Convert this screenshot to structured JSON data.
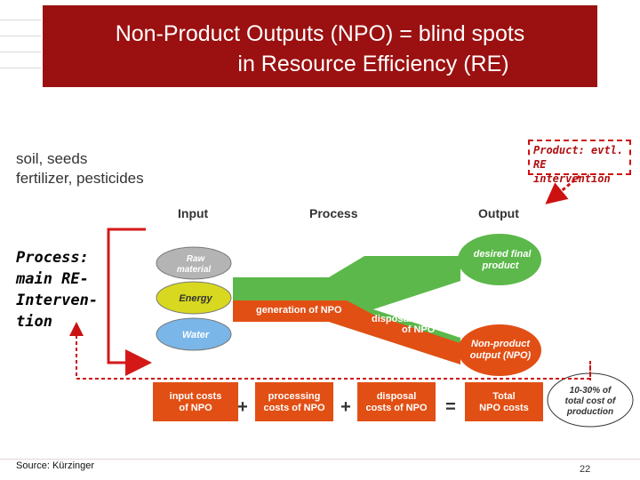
{
  "title": {
    "line1": "Non-Product Outputs (NPO) = blind spots",
    "line2": "in Resource Efficiency (RE)"
  },
  "inputs_note": {
    "line1": "soil, seeds",
    "line2": "fertilizer, pesticides"
  },
  "process_note": {
    "line1": "Process:",
    "line2": "main RE-",
    "line3": "Interven-",
    "line4": "tion"
  },
  "product_note": {
    "line1": "Product: evtl.",
    "line2": "RE intervention"
  },
  "diagram": {
    "headers": {
      "input": "Input",
      "process": "Process",
      "output": "Output"
    },
    "inputs": [
      {
        "line1": "Raw",
        "line2": "material",
        "color": "#b4b4b4"
      },
      {
        "line1": "Energy",
        "line2": "",
        "color": "#d8d820"
      },
      {
        "line1": "Water",
        "line2": "",
        "color": "#7ab6e8"
      }
    ],
    "desired_output": {
      "line1": "desired final",
      "line2": "product",
      "color": "#5cb84a"
    },
    "npo_output": {
      "line1": "Non-product",
      "line2": "output (NPO)",
      "color": "#e24f14"
    },
    "generation_label": "generation of NPO",
    "disposal_label": {
      "line1": "disposal",
      "line2": "of NPO"
    },
    "cost_boxes": [
      {
        "line1": "input costs",
        "line2": "of NPO"
      },
      {
        "line1": "processing",
        "line2": "costs of NPO"
      },
      {
        "line1": "disposal",
        "line2": "costs of NPO"
      },
      {
        "line1": "Total",
        "line2": "NPO costs"
      }
    ],
    "operators": [
      "+",
      "+",
      "="
    ],
    "total_note": {
      "line1": "10-30% of",
      "line2": "total cost of",
      "line3": "production"
    },
    "accent_color": "#e24f14",
    "stream_green": "#5cb84a"
  },
  "footer": {
    "source": "Source: Kürzinger",
    "page": "22"
  }
}
